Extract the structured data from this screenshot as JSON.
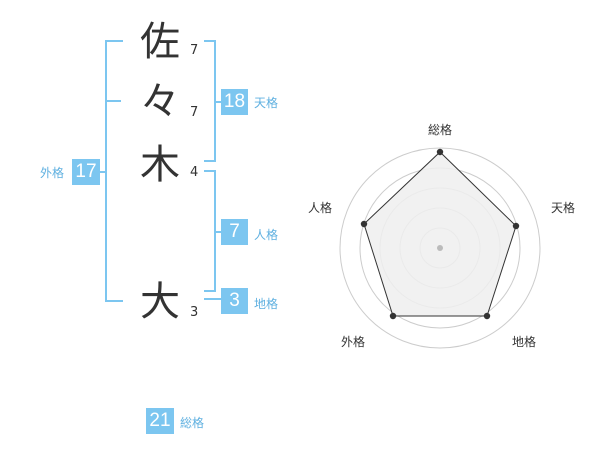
{
  "name": {
    "chars": [
      {
        "char": "佐",
        "strokes": "7"
      },
      {
        "char": "々",
        "strokes": "7"
      },
      {
        "char": "木",
        "strokes": "4"
      },
      {
        "char": "大",
        "strokes": "3"
      }
    ]
  },
  "fortunes": {
    "tenkaku": {
      "label": "天格",
      "value": "18"
    },
    "jinkaku": {
      "label": "人格",
      "value": "7"
    },
    "chikaku": {
      "label": "地格",
      "value": "3"
    },
    "gaikaku": {
      "label": "外格",
      "value": "17"
    },
    "soukaku": {
      "label": "総格",
      "value": "21"
    }
  },
  "radar": {
    "axes": [
      "総格",
      "天格",
      "地格",
      "外格",
      "人格"
    ],
    "colors": {
      "line": "#333333",
      "fill": "#eeeeee",
      "ring": "#cccccc",
      "center": "#bbbbbb"
    }
  }
}
